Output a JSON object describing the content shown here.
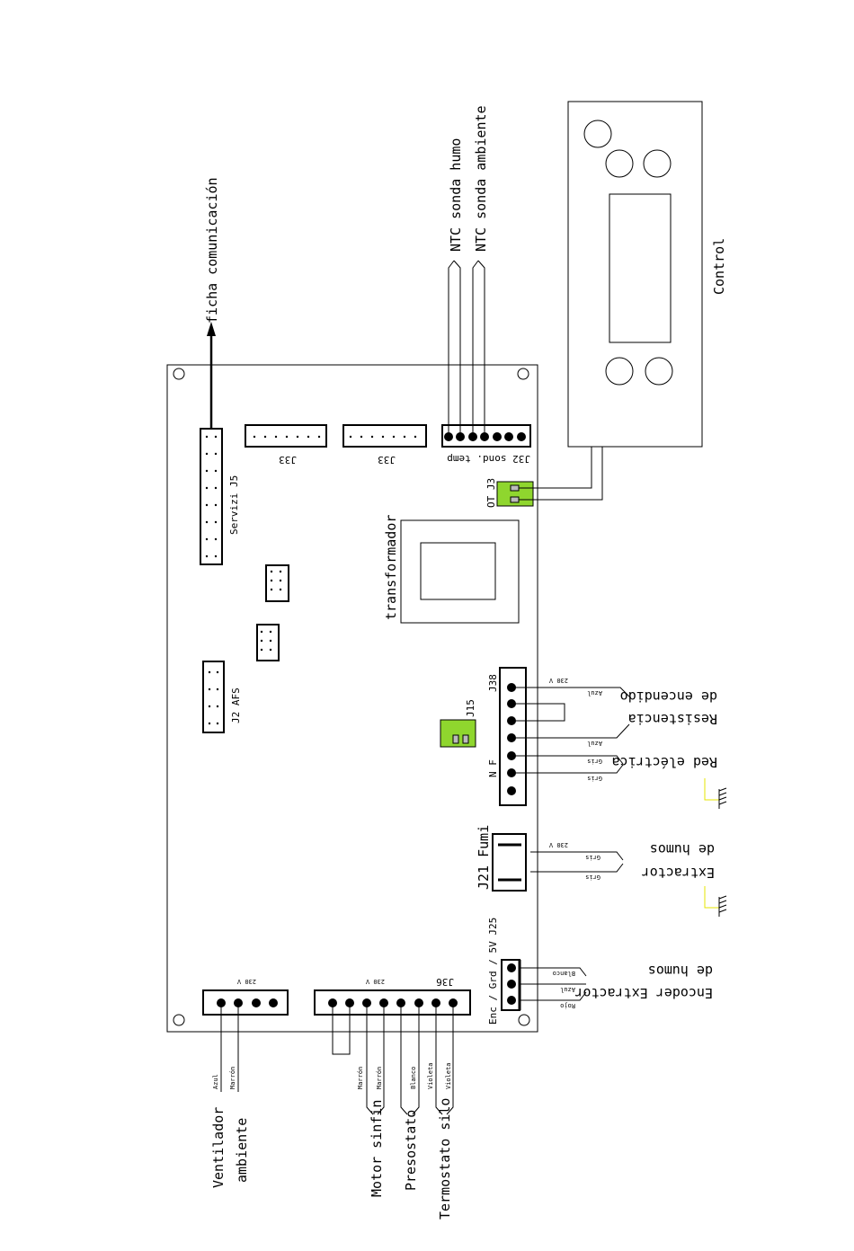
{
  "colors": {
    "connector_green": "#8fd62e",
    "ground_wire": "#e6e600",
    "line": "#000000"
  },
  "labels": {
    "ficha": "ficha comunicación",
    "ntc_humo": "NTC sonda humo",
    "ntc_ambiente": "NTC sonda ambiente",
    "control": "Control",
    "servizi": "Servizi J5",
    "j33a": "J33",
    "j33b": "J33",
    "j32": "J32 sond. temp",
    "ot_j3": "OT J3",
    "transformador": "transformador",
    "j2": "J2 AFS",
    "j15": "J15",
    "j38": "J38",
    "nf": "N F",
    "v230_j38": "230 V",
    "azul_j38a": "Azul",
    "azul_j38b": "Azul",
    "resistencia_1": "Resistencia",
    "resistencia_2": "de encendido",
    "gris_j38a": "Gris",
    "gris_j38b": "Gris",
    "red": "Red eléctrica",
    "j21": "J21 Fumi",
    "v230_j21": "230 V",
    "gris_j21a": "Gris",
    "gris_j21b": "Gris",
    "extractor_1": "Extractor",
    "extractor_2": "de humos",
    "j25": "Enc / Grd / 5V  J25",
    "blanco_j25": "Blanco",
    "azul_j25": "Azul",
    "rojo_j25": "Rojo",
    "encoder_1": "Encoder Extractor",
    "encoder_2": "de humos",
    "v230_vent": "230 V",
    "v230_j36": "230 V",
    "j36": "J36",
    "azul_vent": "Azul",
    "marron_vent": "Marrón",
    "marron_1": "Marrón",
    "marron_2": "Marrón",
    "blanco_pres": "Blanco",
    "violeta_1": "Violeta",
    "violeta_2": "Violeta",
    "ventilador_1": "Ventilador",
    "ventilador_2": "ambiente",
    "motor": "Motor sinfin",
    "presostato": "Presostato",
    "termostato": "Termostato silo"
  }
}
